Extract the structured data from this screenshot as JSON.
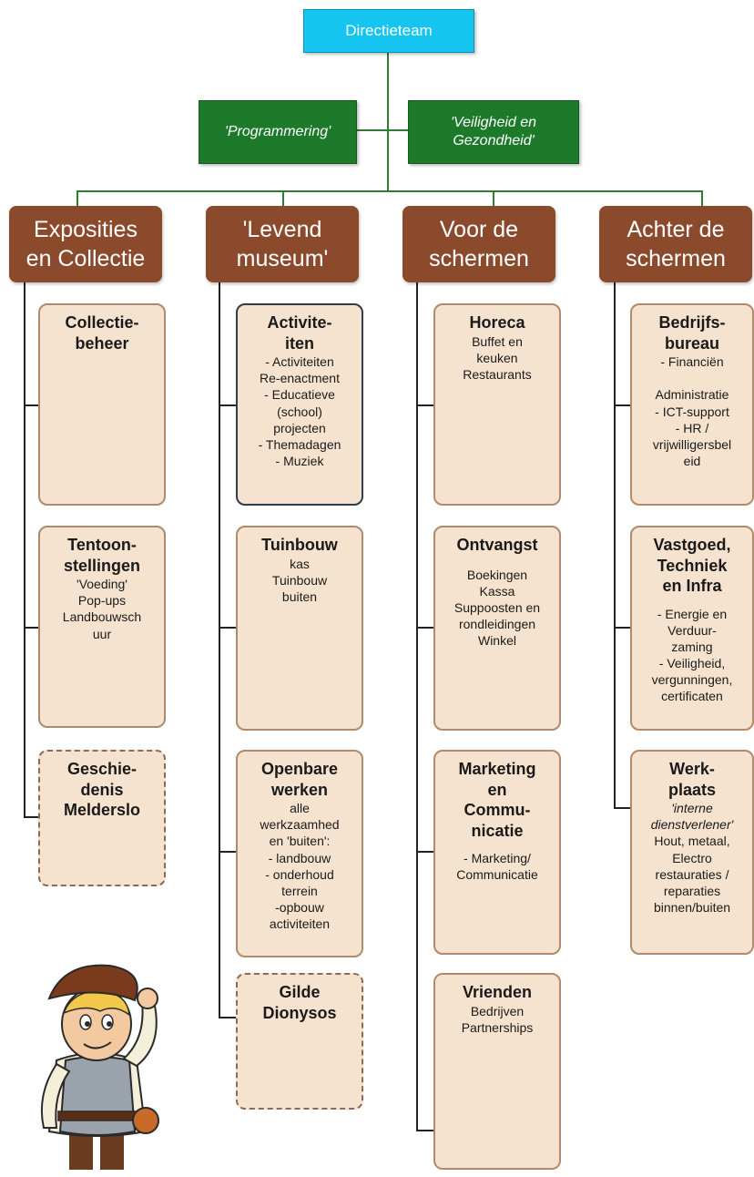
{
  "top": {
    "label": "Directieteam"
  },
  "staff": [
    {
      "label": "'Programmering'"
    },
    {
      "label": "'Veiligheid en\nGezondheid'"
    }
  ],
  "columns": [
    {
      "title": "Exposities\nen Collectie",
      "cards": [
        {
          "title": "Collectie-\nbeheer",
          "body": ""
        },
        {
          "title": "Tentoon-\nstellingen",
          "body": "'Voeding'\nPop-ups\nLandbouwsch\nuur"
        },
        {
          "title": "Geschie-\ndenis\nMelderslo",
          "body": ""
        }
      ]
    },
    {
      "title": "'Levend\nmuseum'",
      "cards": [
        {
          "title": "Activite-\niten",
          "body": "- Activiteiten\nRe-enactment\n- Educatieve\n(school)\nprojecten\n- Themadagen\n- Muziek"
        },
        {
          "title": "Tuinbouw",
          "body": "kas\nTuinbouw\nbuiten"
        },
        {
          "title": "Openbare\nwerken",
          "body": "alle\nwerkzaamhed\nen 'buiten':\n- landbouw\n- onderhoud\nterrein\n-opbouw\nactiviteiten"
        },
        {
          "title": "Gilde\nDionysos",
          "body": ""
        }
      ]
    },
    {
      "title": "Voor de\nschermen",
      "cards": [
        {
          "title": "Horeca",
          "body": "Buffet en\nkeuken\nRestaurants"
        },
        {
          "title": "Ontvangst",
          "body": "Boekingen\nKassa\nSuppoosten en\nrondleidingen\nWinkel"
        },
        {
          "title": "Marketing\nen\nCommu-\nnicatie",
          "body": "- Marketing/\nCommunicatie"
        },
        {
          "title": "Vrienden",
          "body": "Bedrijven\nPartnerships"
        }
      ]
    },
    {
      "title": "Achter de\nschermen",
      "cards": [
        {
          "title": "Bedrijfs-\nbureau",
          "body": "- Financiën\n\nAdministratie\n- ICT-support\n- HR /\nvrijwilligersbel\neid"
        },
        {
          "title": "Vastgoed,\nTechniek\nen Infra",
          "body": "- Energie en\nVerduur-\nzaming\n- Veiligheid,\nvergunningen,\ncertificaten"
        },
        {
          "title": "Werk-\nplaats",
          "body_italic": "'interne\ndienstverlener'",
          "body": "Hout, metaal,\nElectro\nrestauraties /\nreparaties\nbinnen/buiten"
        }
      ]
    }
  ],
  "colors": {
    "top_box": "#15c4ef",
    "staff_box": "#1e7a2b",
    "column_header": "#8b4a2c",
    "card_fill": "#f6e3cf",
    "card_border": "#b08a6c",
    "connector_green": "#2e7d32"
  },
  "icons": {
    "mascot": "cartoon-boy-mascot"
  }
}
